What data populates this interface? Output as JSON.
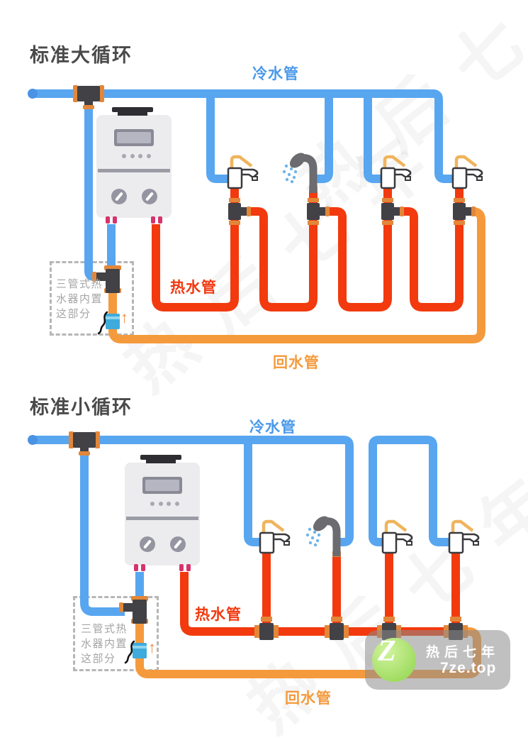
{
  "watermark": {
    "diagonal_text": "热后七年",
    "badge": {
      "logo_letter": "Z",
      "brand_chars": "热后七年",
      "domain": "7ze.top"
    }
  },
  "diagram1": {
    "title": "标准大循环",
    "labels": {
      "cold_pipe": "冷水管",
      "hot_pipe": "热水管",
      "return_pipe": "回水管"
    },
    "heater_note": "三管式热水器内置这部分",
    "flow_arrow": "↑"
  },
  "diagram2": {
    "title": "标准小循环",
    "labels": {
      "cold_pipe": "冷水管",
      "hot_pipe": "热水管",
      "return_pipe": "回水管"
    },
    "heater_note": "三管式热水器内置这部分",
    "flow_arrow": "↑"
  },
  "colors": {
    "cold_pipe": "#58a6f0",
    "hot_pipe": "#f23a0e",
    "return_pipe": "#f59a3c",
    "shower_gray": "#6b6b70",
    "fitting_dark": "#414146",
    "fitting_band_orange": "#e2873a",
    "pump_blue": "#3fabdc",
    "heater_body": "#ececee",
    "stud_pink": "#d6336c",
    "cold_label": "#4a99ea",
    "hot_label": "#f2380f",
    "return_label": "#f59a3c"
  }
}
